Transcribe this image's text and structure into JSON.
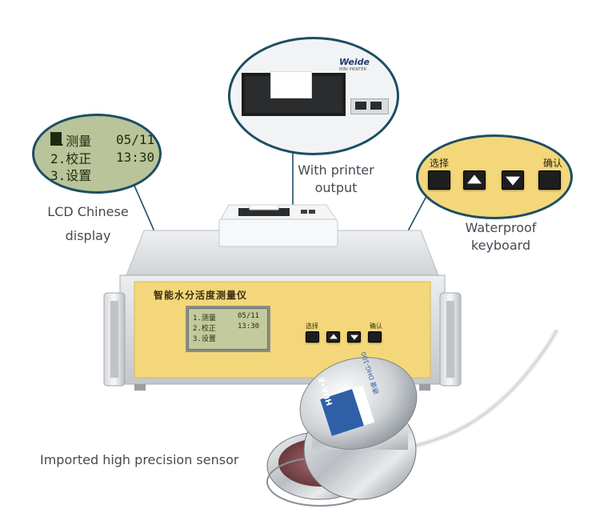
{
  "captions": {
    "lcd": [
      "LCD Chinese",
      "display"
    ],
    "printer": [
      "With printer",
      "output"
    ],
    "keyboard": [
      "Waterproof",
      "keyboard"
    ],
    "sensor": "Imported high precision sensor"
  },
  "lcd": {
    "line1_label": "1.测量",
    "line1_value": "05/11",
    "line2_label": "2.校正",
    "line2_value": "13:30",
    "line3_label": "3.设置"
  },
  "device": {
    "panel_title": "智能水分活度测量仪",
    "key_select": "选择",
    "key_confirm": "确认"
  },
  "printer": {
    "brand": "Weide",
    "subbrand": "MINI PRINTER"
  },
  "sensor": {
    "brand": "HUA•E",
    "label": "德谱 DHG-100"
  },
  "colors": {
    "panel_yellow": "#f3d77a",
    "lcd_green": "#b9c49a",
    "callout_line": "#1d4e63",
    "caption_text": "#444a52"
  }
}
